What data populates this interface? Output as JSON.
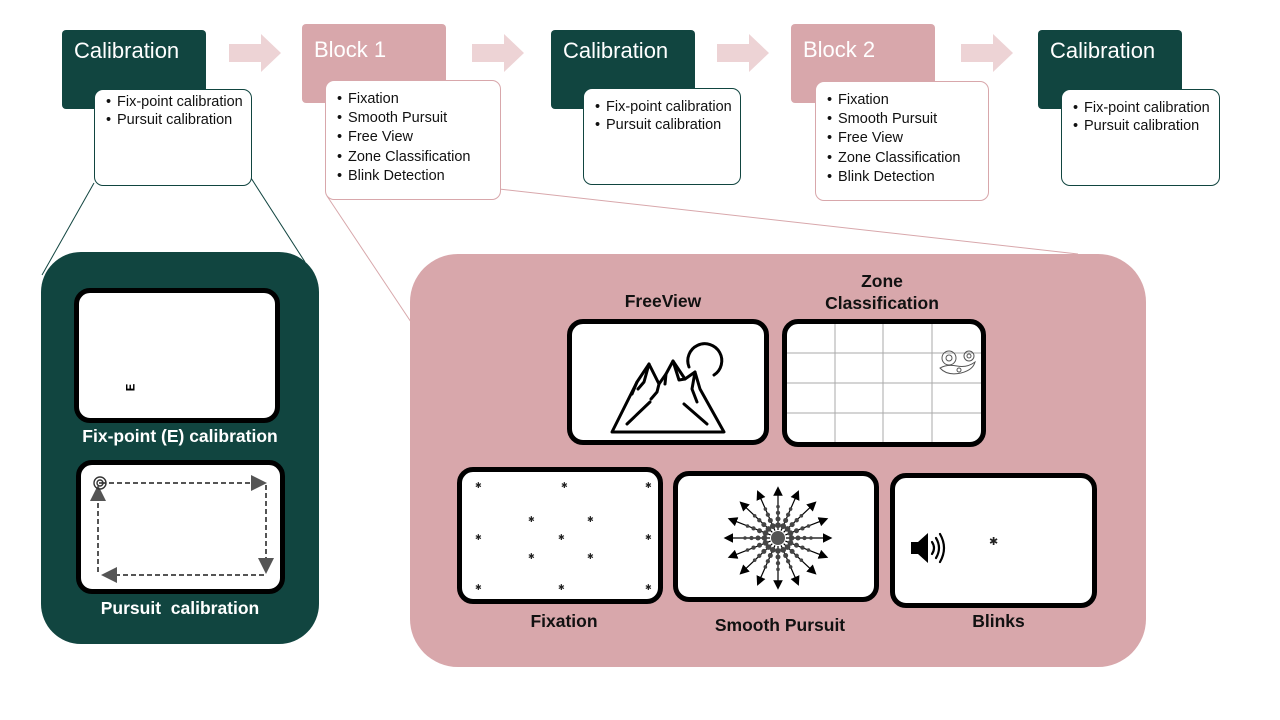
{
  "flow": [
    {
      "kind": "calibration",
      "title": "Calibration",
      "items": [
        "Fix-point calibration",
        "Pursuit calibration"
      ]
    },
    {
      "kind": "block",
      "title": "Block 1",
      "items": [
        "Fixation",
        "Smooth Pursuit",
        "Free View",
        "Zone Classification",
        "Blink Detection"
      ]
    },
    {
      "kind": "calibration",
      "title": "Calibration",
      "items": [
        "Fix-point calibration",
        "Pursuit calibration"
      ]
    },
    {
      "kind": "block",
      "title": "Block 2",
      "items": [
        "Fixation",
        "Smooth Pursuit",
        "Free View",
        "Zone Classification",
        "Blink Detection"
      ]
    },
    {
      "kind": "calibration",
      "title": "Calibration",
      "items": [
        "Fix-point calibration",
        "Pursuit calibration"
      ]
    }
  ],
  "calibration_panel": {
    "fixpoint_caption": "Fix-point (E) calibration",
    "fixpoint_marker": "E",
    "pursuit_caption": "Pursuit  calibration"
  },
  "block_panel": {
    "freeview_caption": "FreeView",
    "zone_caption_line1": "Zone",
    "zone_caption_line2": "Classification",
    "fixation_caption": "Fixation",
    "pursuit_caption": "Smooth Pursuit",
    "blinks_caption": "Blinks"
  },
  "colors": {
    "calibration": "#114540",
    "block": "#d8a7ab"
  },
  "icons": [
    "mountain-sun-icon",
    "floral-pattern-icon",
    "speaker-icon",
    "target-icon"
  ]
}
